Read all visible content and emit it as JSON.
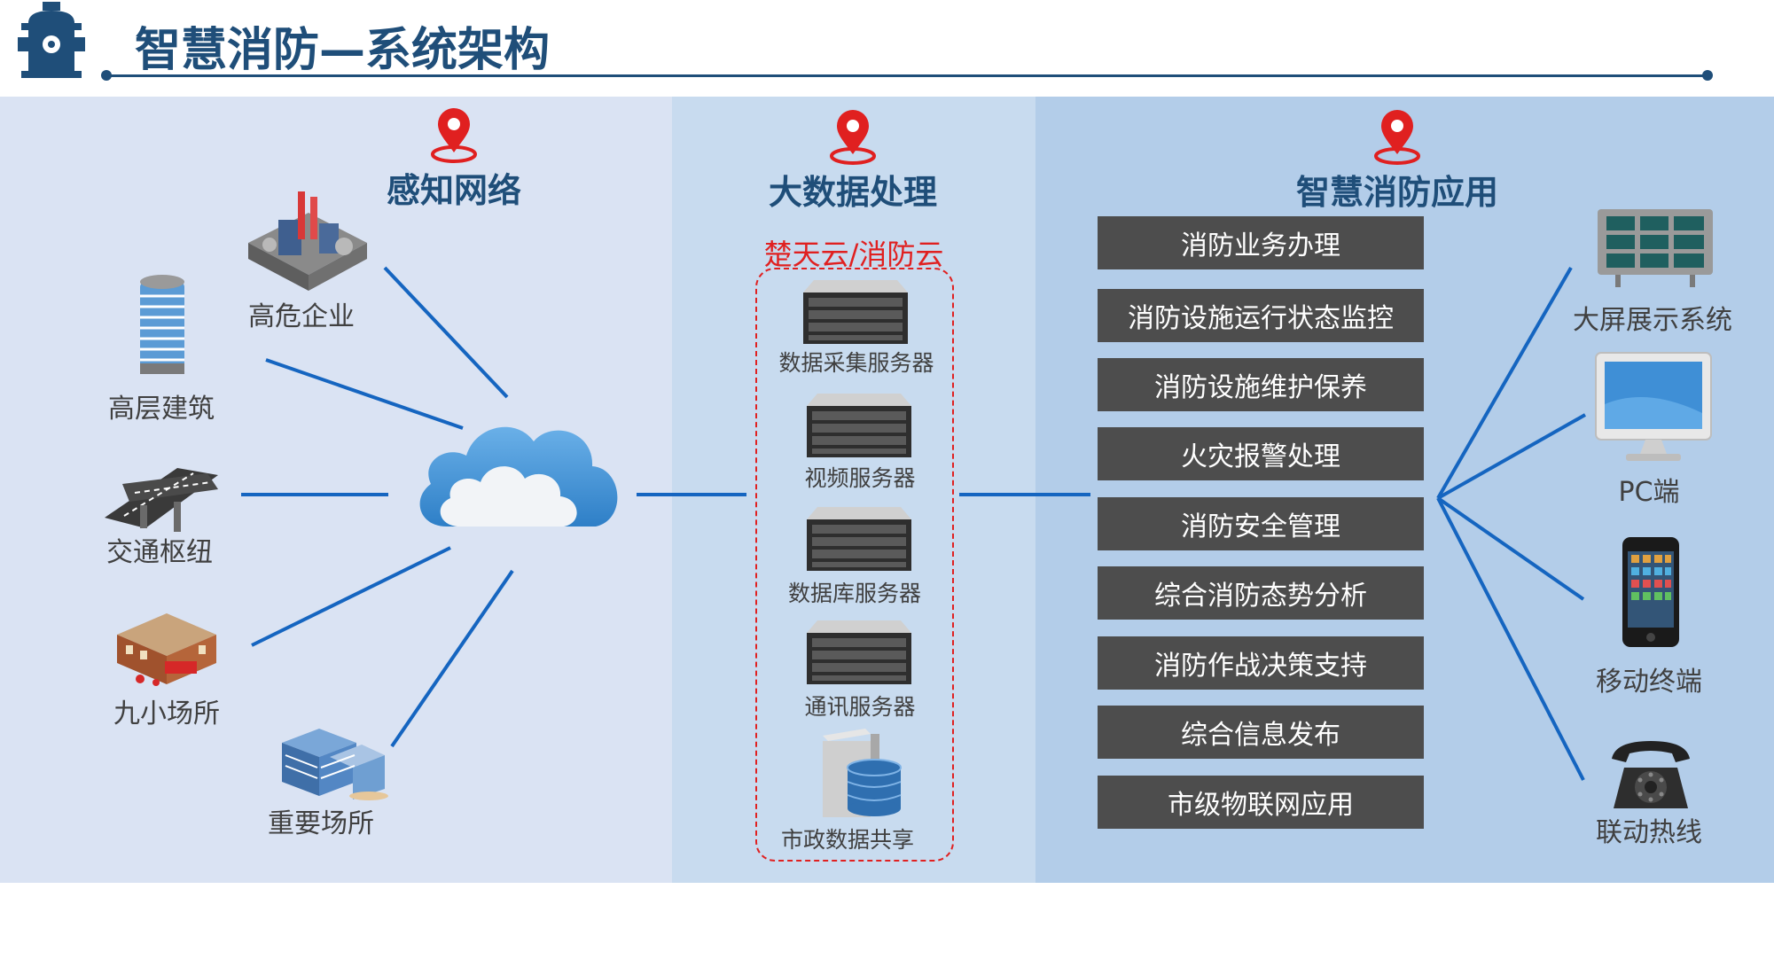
{
  "title": "智慧消防—系统架构",
  "sections": [
    {
      "heading": "感知网络"
    },
    {
      "heading": "大数据处理"
    },
    {
      "heading": "智慧消防应用"
    }
  ],
  "sensing_sites": [
    {
      "label": "高危企业",
      "icon": "factory-icon"
    },
    {
      "label": "高层建筑",
      "icon": "skyscraper-icon"
    },
    {
      "label": "交通枢纽",
      "icon": "highway-icon"
    },
    {
      "label": "九小场所",
      "icon": "cafe-building-icon"
    },
    {
      "label": "重要场所",
      "icon": "office-buildings-icon"
    }
  ],
  "cloud_platform": {
    "title": "楚天云/消防云",
    "servers": [
      {
        "label": "数据采集服务器"
      },
      {
        "label": "视频服务器"
      },
      {
        "label": "数据库服务器"
      },
      {
        "label": "通讯服务器"
      },
      {
        "label": "市政数据共享"
      }
    ]
  },
  "applications": [
    "消防业务办理",
    "消防设施运行状态监控",
    "消防设施维护保养",
    "火灾报警处理",
    "消防安全管理",
    "综合消防态势分析",
    "消防作战决策支持",
    "综合信息发布",
    "市级物联网应用"
  ],
  "terminals": [
    {
      "label": "大屏展示系统",
      "icon": "video-wall-icon"
    },
    {
      "label": "PC端",
      "icon": "monitor-icon"
    },
    {
      "label": "移动终端",
      "icon": "smartphone-icon"
    },
    {
      "label": "联动热线",
      "icon": "telephone-icon"
    }
  ],
  "colors": {
    "title": "#1f4e79",
    "line": "#1565c0",
    "accent": "#e02020",
    "button": "#4d4d4d"
  }
}
